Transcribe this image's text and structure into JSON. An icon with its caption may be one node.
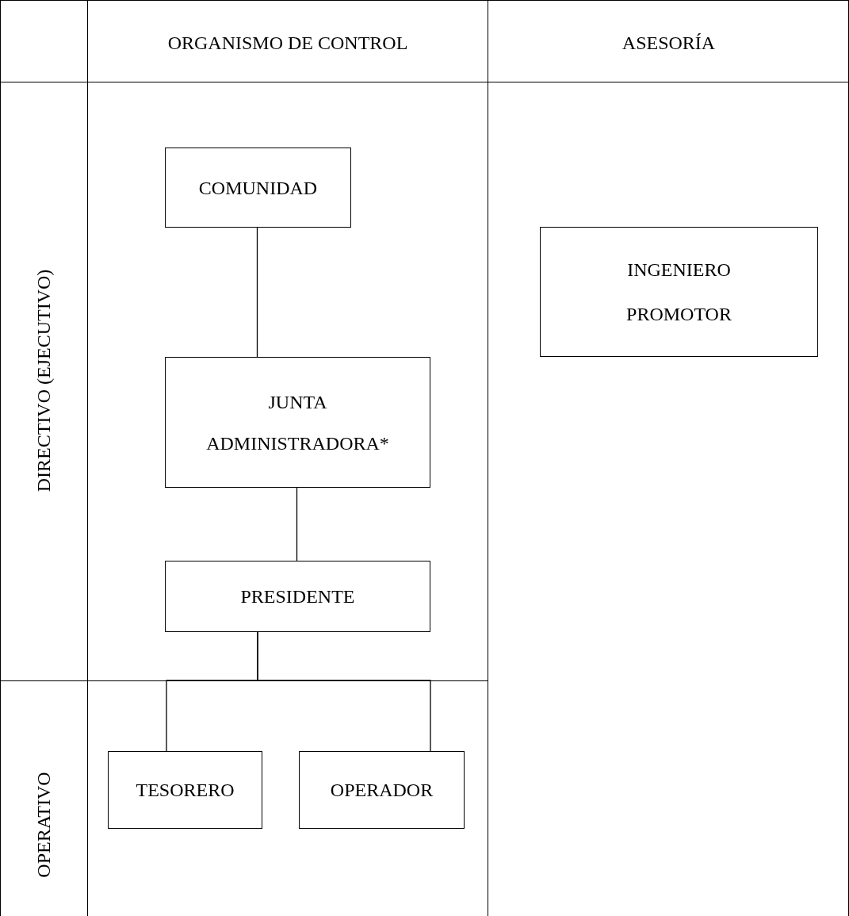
{
  "diagram": {
    "nodes": [
      {
        "text": [
          "COMUNIDAD"
        ]
      },
      {
        "text": [
          "JUNTA ADMINISTRADORA*"
        ]
      },
      {
        "text": [
          "PRESIDENTE"
        ]
      },
      {
        "text": [
          "TESORERO"
        ]
      },
      {
        "text": [
          "OPERADOR"
        ]
      },
      {
        "text": [
          "INGENIERO PROMOTOR"
        ]
      }
    ],
    "edges": [
      {
        "from": 0,
        "to": 1,
        "arrow": "none"
      },
      {
        "from": 1,
        "to": 2,
        "arrow": "none"
      },
      {
        "from": 2,
        "to": 3,
        "arrow": "none"
      },
      {
        "from": 2,
        "to": 4,
        "arrow": "none"
      }
    ],
    "labels": [
      "ORGANISMO DE CONTROL",
      "ASESORÍA",
      "DIRECTIVO (EJECUTIVO)",
      "OPERATIVO"
    ]
  }
}
